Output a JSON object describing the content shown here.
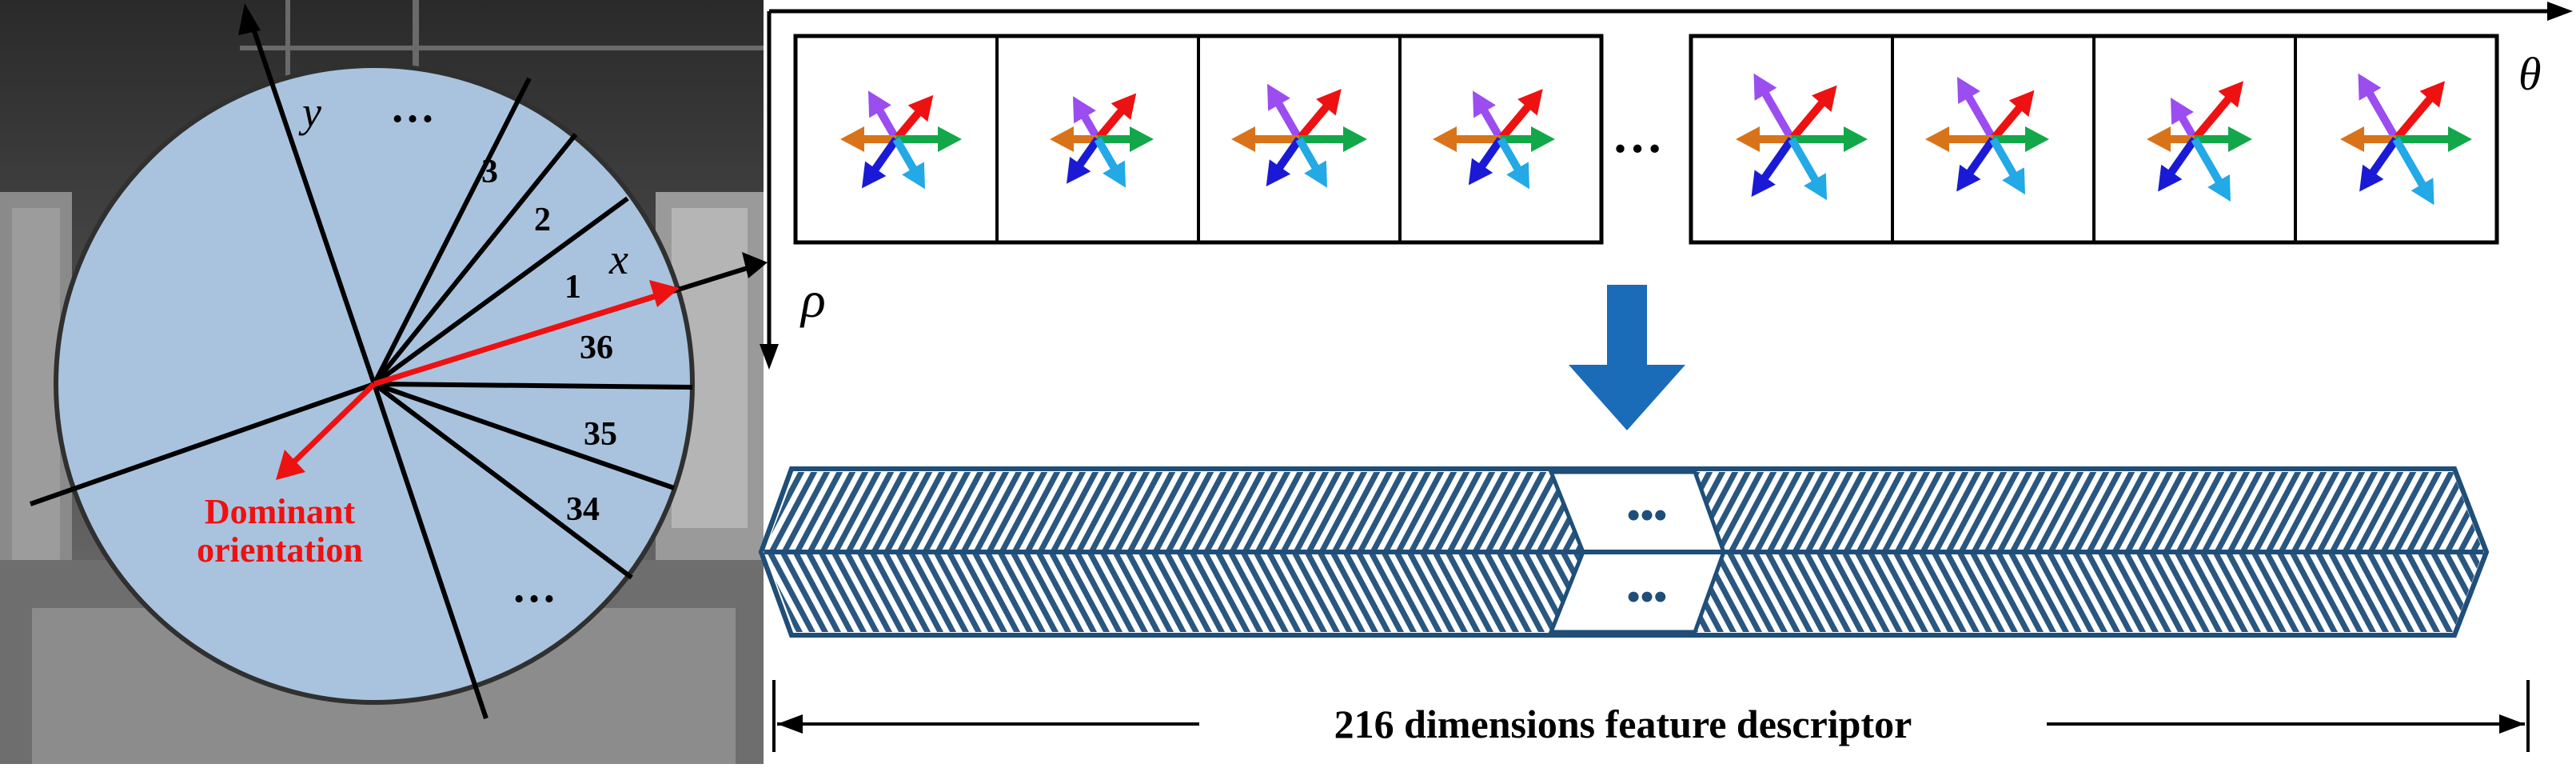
{
  "left_panel": {
    "axis_y_label": "y",
    "axis_x_label": "x",
    "dots_top": "…",
    "dots_bottom": "…",
    "sectors": [
      "3",
      "2",
      "1",
      "36",
      "35",
      "34"
    ],
    "dominant_line1": "Dominant",
    "dominant_line2": "orientation"
  },
  "grid_panel": {
    "theta_label": "θ",
    "rho_label": "ρ",
    "ellipsis": "…"
  },
  "descriptor": {
    "dots_top": "•••",
    "dots_bottom": "•••",
    "caption": "216 dimensions feature descriptor"
  },
  "colors": {
    "disk_fill": "#a9c3de",
    "red": "#ee1111",
    "blue_arrow": "#1a6bb8",
    "bar_stroke": "#1f4e79",
    "arrow_purple": "#9b4df0",
    "arrow_red": "#ee1111",
    "arrow_green": "#12a84a",
    "arrow_orange": "#d9731a",
    "arrow_blue": "#1a1ad6",
    "arrow_cyan": "#22a9e6"
  }
}
